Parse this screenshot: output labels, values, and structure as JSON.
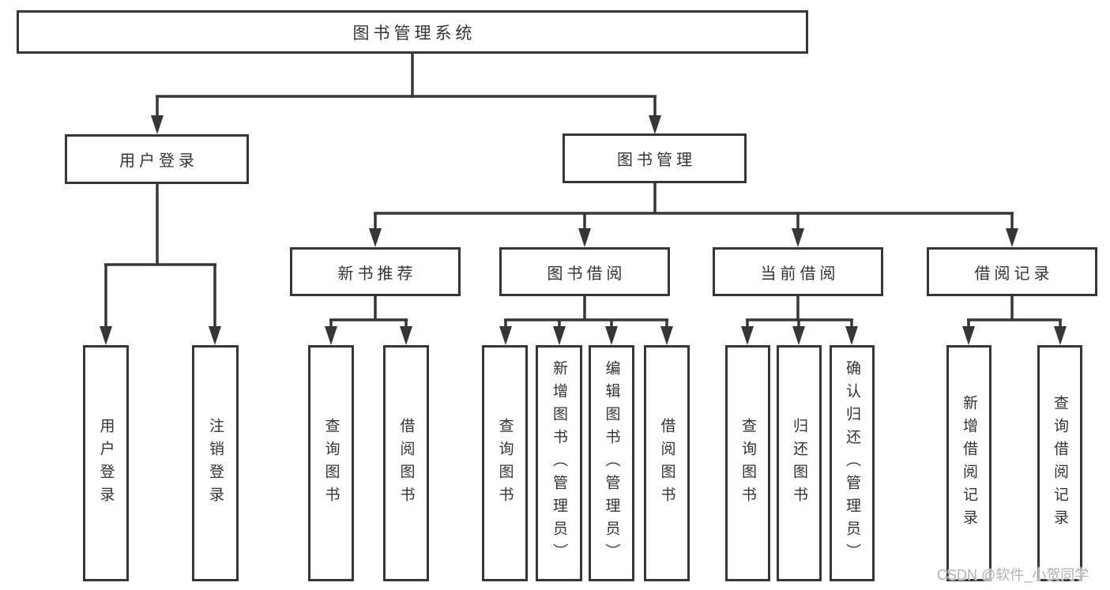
{
  "diagram": {
    "root": {
      "label": "图书管理系统"
    },
    "user_login": {
      "label": "用户登录",
      "children": [
        {
          "label": "用户登录"
        },
        {
          "label": "注销登录"
        }
      ]
    },
    "book_mgmt": {
      "label": "图书管理",
      "sections": [
        {
          "label": "新书推荐",
          "children": [
            {
              "label": "查询图书"
            },
            {
              "label": "借阅图书"
            }
          ]
        },
        {
          "label": "图书借阅",
          "children": [
            {
              "label": "查询图书"
            },
            {
              "label": "新增图书（管理员）"
            },
            {
              "label": "编辑图书（管理员）"
            },
            {
              "label": "借阅图书"
            }
          ]
        },
        {
          "label": "当前借阅",
          "children": [
            {
              "label": "查询图书"
            },
            {
              "label": "归还图书"
            },
            {
              "label": "确认归还（管理员）"
            }
          ]
        },
        {
          "label": "借阅记录",
          "children": [
            {
              "label": "新增借阅记录"
            },
            {
              "label": "查询借阅记录"
            }
          ]
        }
      ]
    }
  },
  "watermark": {
    "text": "CSDN @软件_小贺同学"
  },
  "colors": {
    "line": "#363636",
    "box_border": "#363636",
    "text": "#333333",
    "watermark": "#b0b0b0",
    "background": "#ffffff"
  }
}
